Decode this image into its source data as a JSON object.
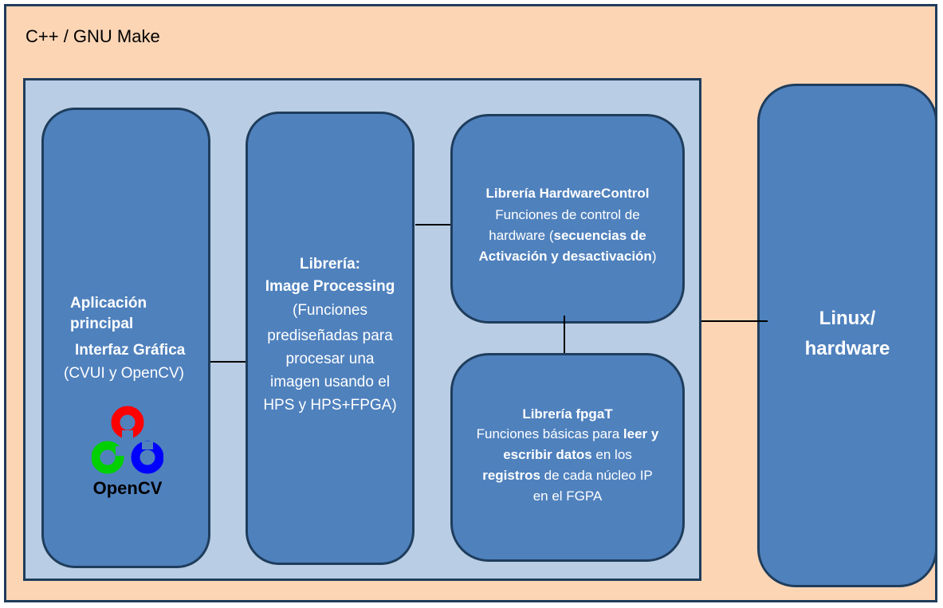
{
  "outer": {
    "title": "C++ / GNU Make"
  },
  "app": {
    "line1": "Aplicación",
    "line2": "principal",
    "line3": "Interfaz Gráfica",
    "line4": "(CVUI y OpenCV)",
    "logo_text": "OpenCV"
  },
  "image_processing": {
    "line1": "Librería:",
    "line2": "Image Processing",
    "line3": "(Funciones",
    "line4": "prediseñadas para",
    "line5": "procesar una",
    "line6": "imagen usando el",
    "line7": "HPS y HPS+FPGA)"
  },
  "hardware_control": {
    "title": "Librería HardwareControl",
    "line2": "Funciones de control de",
    "line3_a": "hardware (",
    "line3_b": "secuencias de",
    "line4_a": "Activación y desactivación",
    "line4_b": ")"
  },
  "fpga": {
    "title": "Librería fpgaT",
    "line2_a": "Funciones básicas para ",
    "line2_b": "leer y",
    "line3_a": "escribir datos",
    "line3_b": " en los",
    "line4_a": "registros",
    "line4_b": " de cada núcleo IP",
    "line5": "en el FGPA"
  },
  "linux": {
    "line1": "Linux/",
    "line2": "hardware"
  },
  "colors": {
    "outer_fill": "#fcd5b5",
    "inner_fill": "#b9cde4",
    "box_fill": "#4f81bd",
    "border": "#1f3d5c",
    "logo_red": "#ff0000",
    "logo_green": "#00d000",
    "logo_blue": "#0000ff"
  }
}
